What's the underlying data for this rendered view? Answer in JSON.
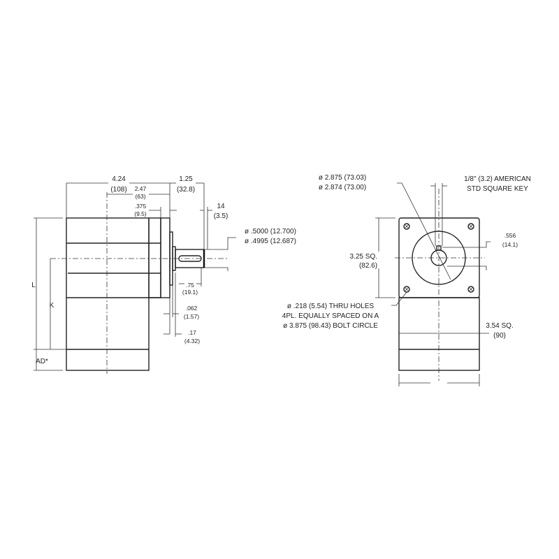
{
  "side_view": {
    "overall_length": {
      "in": "4.24",
      "mm": "(108)"
    },
    "body_to_flange": {
      "in": "2.47",
      "mm": "(63)"
    },
    "flange_thickness": {
      "in": ".375",
      "mm": "(9.5)"
    },
    "shaft_length": {
      "in": "1.25",
      "mm": "(32.8)"
    },
    "shaft_end": {
      "in": "14",
      "mm": "(3.5)"
    },
    "shaft_dia_max": "ø .5000 (12.700)",
    "shaft_dia_min": "ø .4995 (12.687)",
    "key_length": {
      "in": ".75",
      "mm": "(19.1)"
    },
    "pilot_depth": {
      "in": ".062",
      "mm": "(1.57)"
    },
    "pilot_offset": {
      "in": ".17",
      "mm": "(4.32)"
    },
    "label_l": "L",
    "label_k": "K",
    "label_ad": "AD*"
  },
  "front_view": {
    "pilot_dia_max": "ø 2.875 (73.03)",
    "pilot_dia_min": "ø 2.874 (73.00)",
    "key_line1": "1/8\" (3.2) AMERICAN",
    "key_line2": "STD SQUARE KEY",
    "key_height": {
      "in": ".556",
      "mm": "(14.1)"
    },
    "flange_square": {
      "in": "3.25 SQ.",
      "mm": "(82.6)"
    },
    "holes_line1": "ø .218 (5.54) THRU HOLES",
    "holes_line2": "4PL. EQUALLY SPACED ON A",
    "holes_line3": "ø 3.875 (98.43) BOLT CIRCLE",
    "body_square": {
      "in": "3.54 SQ.",
      "mm": "(90)"
    }
  }
}
